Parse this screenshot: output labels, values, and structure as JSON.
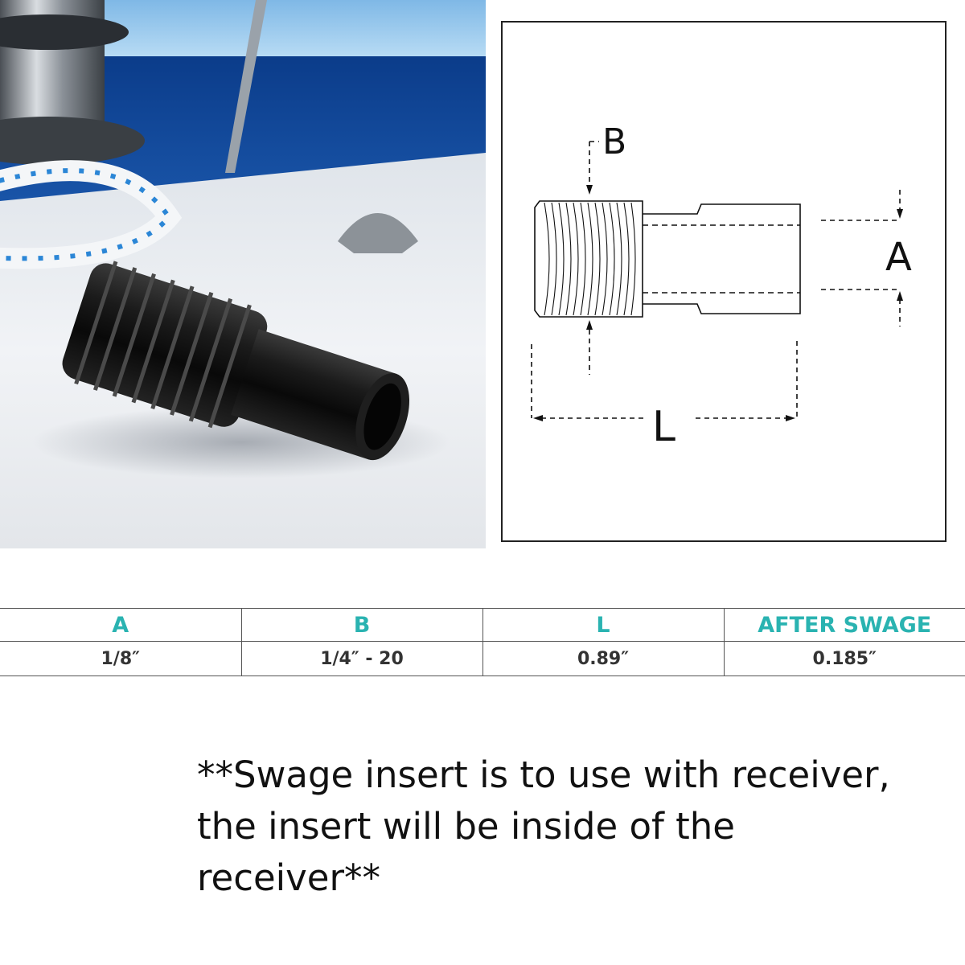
{
  "drawing": {
    "label_b": "B",
    "label_a": "A",
    "label_l": "L"
  },
  "table": {
    "headers": [
      "A",
      "B",
      "L",
      "AFTER SWAGE"
    ],
    "values": [
      "1/8″",
      "1/4″ - 20",
      "0.89″",
      "0.185″"
    ]
  },
  "note": "**Swage insert is to use with receiver, the insert will be inside of the receiver**",
  "colors": {
    "header_text": "#2ab3b1",
    "sea": "#0b3c8a",
    "insert_body": "#141414"
  }
}
